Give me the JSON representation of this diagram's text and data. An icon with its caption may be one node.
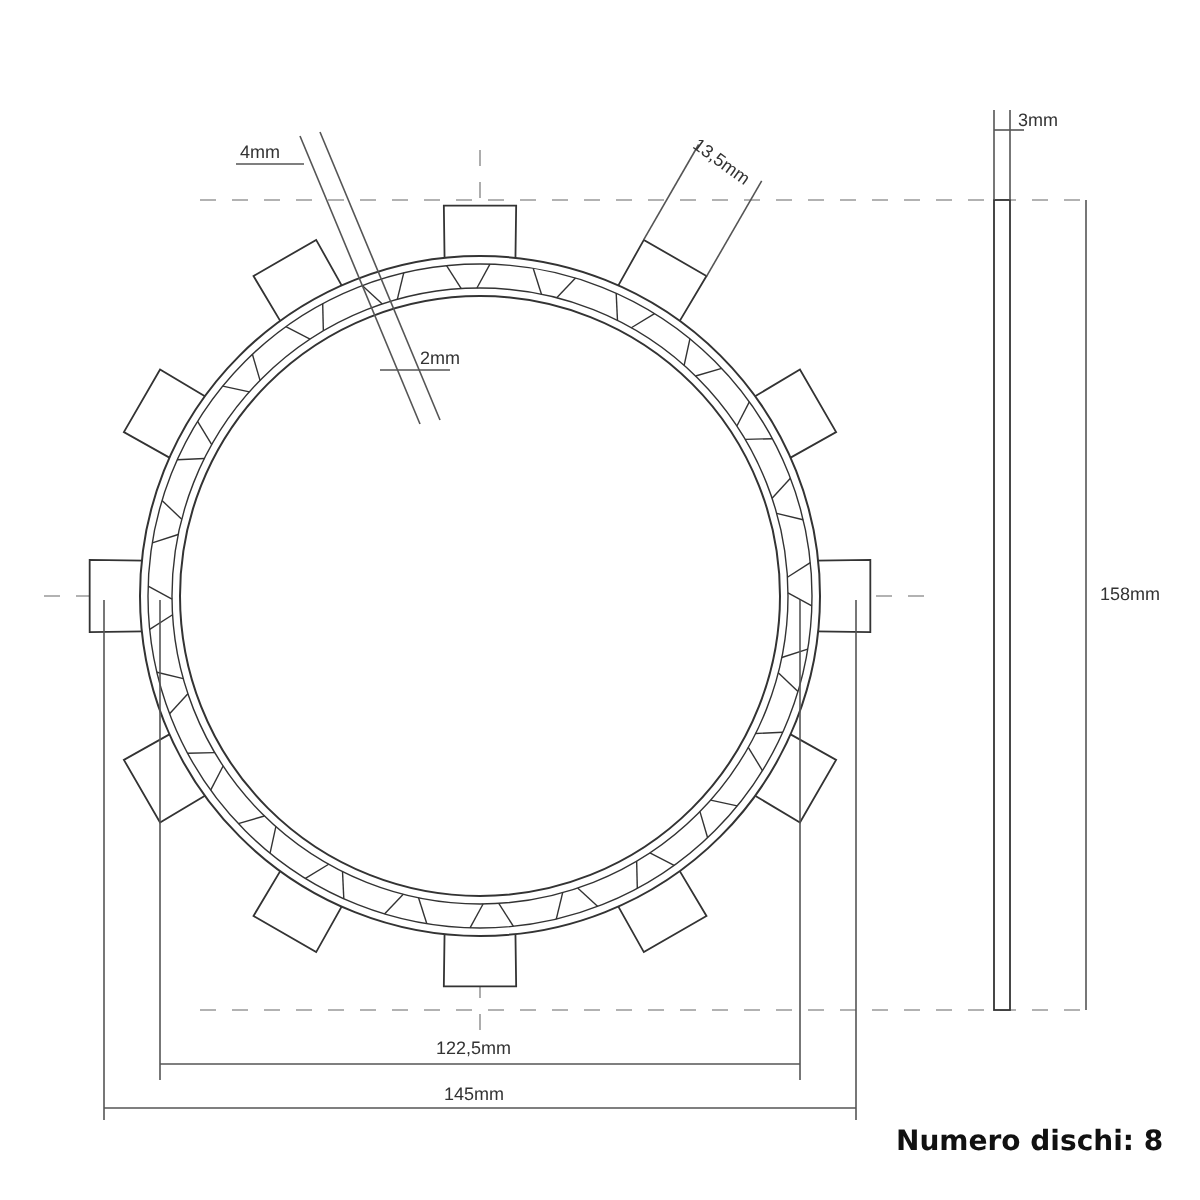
{
  "diagram": {
    "labels": [
      "4mm",
      "13,5mm",
      "3mm",
      "2mm",
      "158mm",
      "122,5mm",
      "145mm",
      "Numero dischi: 8"
    ]
  }
}
